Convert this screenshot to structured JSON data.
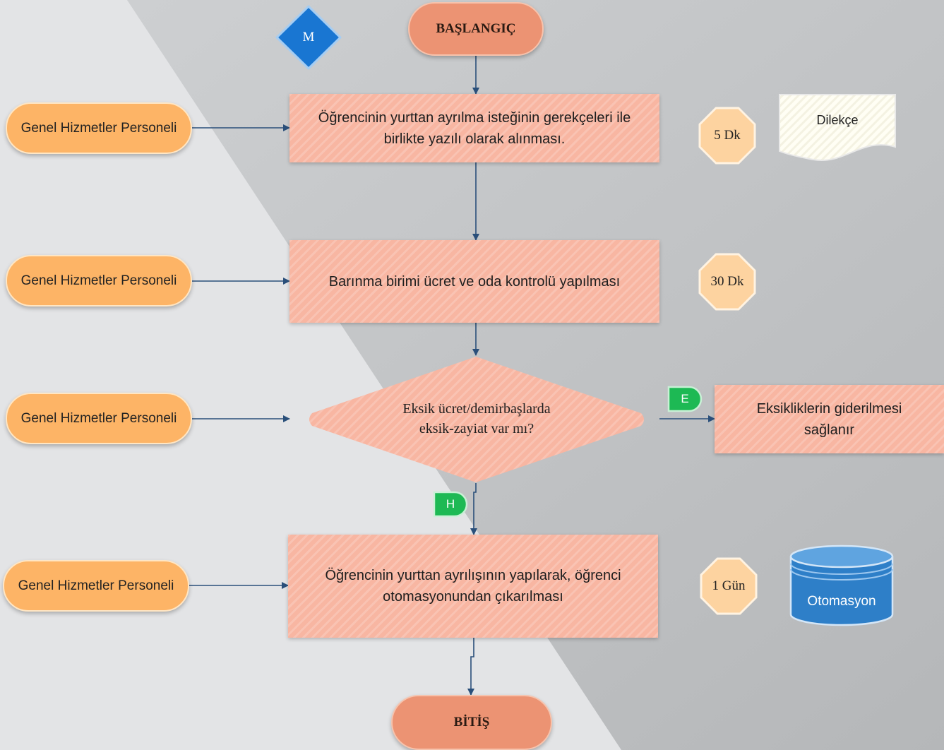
{
  "actors": [
    {
      "label": "Genel Hizmetler Personeli"
    },
    {
      "label": "Genel Hizmetler Personeli"
    },
    {
      "label": "Genel Hizmetler Personeli"
    },
    {
      "label": "Genel Hizmetler Personeli"
    }
  ],
  "start": {
    "label": "BAŞLANGIÇ"
  },
  "end": {
    "label": "BİTİŞ"
  },
  "marker": {
    "label": "M"
  },
  "steps": [
    {
      "line1": "Öğrencinin yurttan ayrılma isteğinin gerekçeleri ile",
      "line2": "birlikte yazılı olarak alınması."
    },
    {
      "line1": "Barınma birimi ücret ve oda kontrolü yapılması"
    },
    {
      "line1": "Öğrencinin yurttan ayrılışının yapılarak, öğrenci",
      "line2": "otomasyonundan çıkarılması"
    }
  ],
  "decision": {
    "line1": "Eksik ücret/demirbaşlarda",
    "line2": "eksik-zayiat var mı?"
  },
  "yes_label": "E",
  "no_label": "H",
  "remedy": {
    "line1": "Eksikliklerin giderilmesi",
    "line2": "sağlanır"
  },
  "durations": [
    "5 Dk",
    "30 Dk",
    "1 Gün"
  ],
  "document": {
    "label": "Dilekçe"
  },
  "database": {
    "label": "Otomasyon"
  },
  "colors": {
    "actor": "#fdb466",
    "process": "#f8b6a2",
    "terminal": "#ec9373",
    "duration": "#fdd3a0",
    "badge": "#1db954",
    "marker": "#1976d2",
    "database": "#2e7fc8",
    "connector": "#2a4f7a"
  }
}
